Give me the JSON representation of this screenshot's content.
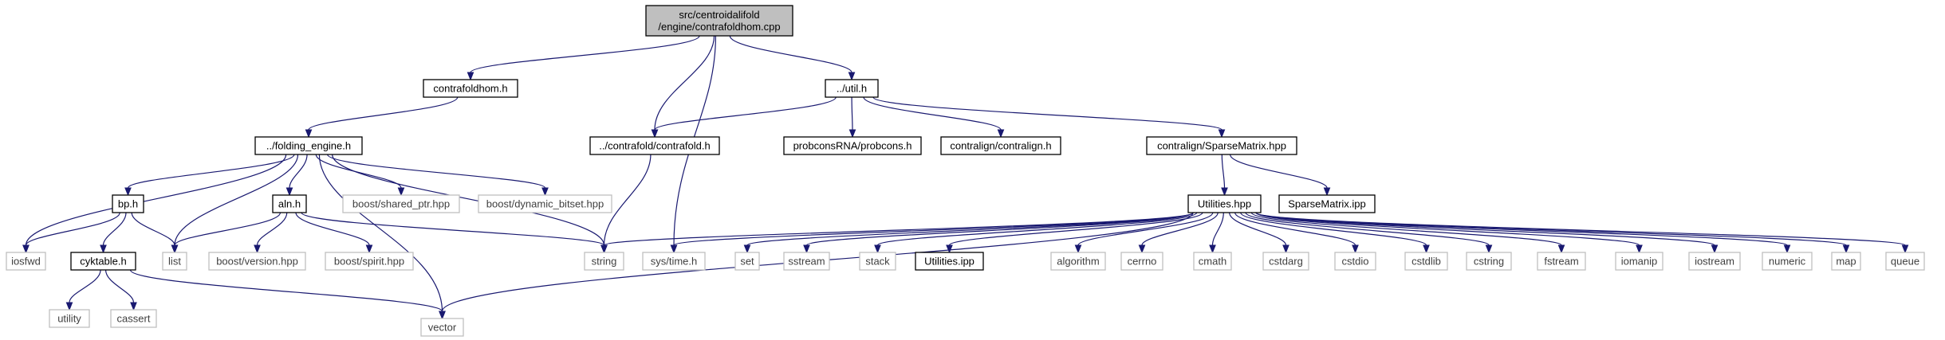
{
  "diagram": {
    "nodes": {
      "root": {
        "lines": [
          "src/centroidalifold",
          "/engine/contrafoldhom.cpp"
        ],
        "kind": "root"
      },
      "contrafoldhom_h": {
        "lines": [
          "contrafoldhom.h"
        ],
        "kind": "local"
      },
      "util_h": {
        "lines": [
          "../util.h"
        ],
        "kind": "local"
      },
      "folding_engine_h": {
        "lines": [
          "../folding_engine.h"
        ],
        "kind": "local"
      },
      "contrafold_h": {
        "lines": [
          "../contrafold/contrafold.h"
        ],
        "kind": "local"
      },
      "probcons_h": {
        "lines": [
          "probconsRNA/probcons.h"
        ],
        "kind": "local"
      },
      "contralign_h": {
        "lines": [
          "contralign/contralign.h"
        ],
        "kind": "local"
      },
      "sparsematrix_hpp": {
        "lines": [
          "contralign/SparseMatrix.hpp"
        ],
        "kind": "local"
      },
      "bp_h": {
        "lines": [
          "bp.h"
        ],
        "kind": "local"
      },
      "aln_h": {
        "lines": [
          "aln.h"
        ],
        "kind": "local"
      },
      "shared_ptr": {
        "lines": [
          "boost/shared_ptr.hpp"
        ],
        "kind": "system"
      },
      "dynamic_bitset": {
        "lines": [
          "boost/dynamic_bitset.hpp"
        ],
        "kind": "system"
      },
      "utilities_hpp": {
        "lines": [
          "Utilities.hpp"
        ],
        "kind": "local"
      },
      "sparsematrix_ipp": {
        "lines": [
          "SparseMatrix.ipp"
        ],
        "kind": "local"
      },
      "iosfwd": {
        "lines": [
          "iosfwd"
        ],
        "kind": "system"
      },
      "list": {
        "lines": [
          "list"
        ],
        "kind": "system"
      },
      "cyktable_h": {
        "lines": [
          "cyktable.h"
        ],
        "kind": "local"
      },
      "boost_version": {
        "lines": [
          "boost/version.hpp"
        ],
        "kind": "system"
      },
      "boost_spirit": {
        "lines": [
          "boost/spirit.hpp"
        ],
        "kind": "system"
      },
      "string": {
        "lines": [
          "string"
        ],
        "kind": "system"
      },
      "sys_time": {
        "lines": [
          "sys/time.h"
        ],
        "kind": "system"
      },
      "set": {
        "lines": [
          "set"
        ],
        "kind": "system"
      },
      "sstream": {
        "lines": [
          "sstream"
        ],
        "kind": "system"
      },
      "stack": {
        "lines": [
          "stack"
        ],
        "kind": "system"
      },
      "utilities_ipp": {
        "lines": [
          "Utilities.ipp"
        ],
        "kind": "local"
      },
      "algorithm": {
        "lines": [
          "algorithm"
        ],
        "kind": "system"
      },
      "cerrno": {
        "lines": [
          "cerrno"
        ],
        "kind": "system"
      },
      "cmath": {
        "lines": [
          "cmath"
        ],
        "kind": "system"
      },
      "cstdarg": {
        "lines": [
          "cstdarg"
        ],
        "kind": "system"
      },
      "cstdio": {
        "lines": [
          "cstdio"
        ],
        "kind": "system"
      },
      "cstdlib": {
        "lines": [
          "cstdlib"
        ],
        "kind": "system"
      },
      "cstring": {
        "lines": [
          "cstring"
        ],
        "kind": "system"
      },
      "fstream": {
        "lines": [
          "fstream"
        ],
        "kind": "system"
      },
      "iomanip": {
        "lines": [
          "iomanip"
        ],
        "kind": "system"
      },
      "iostream": {
        "lines": [
          "iostream"
        ],
        "kind": "system"
      },
      "numeric": {
        "lines": [
          "numeric"
        ],
        "kind": "system"
      },
      "map": {
        "lines": [
          "map"
        ],
        "kind": "system"
      },
      "queue": {
        "lines": [
          "queue"
        ],
        "kind": "system"
      },
      "utility": {
        "lines": [
          "utility"
        ],
        "kind": "system"
      },
      "cassert": {
        "lines": [
          "cassert"
        ],
        "kind": "system"
      },
      "vector": {
        "lines": [
          "vector"
        ],
        "kind": "system"
      }
    },
    "edges": [
      [
        "root",
        "contrafoldhom_h"
      ],
      [
        "root",
        "contrafold_h"
      ],
      [
        "root",
        "sys_time"
      ],
      [
        "root",
        "util_h"
      ],
      [
        "contrafoldhom_h",
        "folding_engine_h"
      ],
      [
        "util_h",
        "contrafold_h"
      ],
      [
        "util_h",
        "probcons_h"
      ],
      [
        "util_h",
        "contralign_h"
      ],
      [
        "util_h",
        "sparsematrix_hpp"
      ],
      [
        "folding_engine_h",
        "iosfwd"
      ],
      [
        "folding_engine_h",
        "bp_h"
      ],
      [
        "folding_engine_h",
        "list"
      ],
      [
        "folding_engine_h",
        "aln_h"
      ],
      [
        "folding_engine_h",
        "vector"
      ],
      [
        "folding_engine_h",
        "shared_ptr"
      ],
      [
        "folding_engine_h",
        "dynamic_bitset"
      ],
      [
        "folding_engine_h",
        "string"
      ],
      [
        "contrafold_h",
        "string"
      ],
      [
        "sparsematrix_hpp",
        "utilities_hpp"
      ],
      [
        "sparsematrix_hpp",
        "sparsematrix_ipp"
      ],
      [
        "bp_h",
        "iosfwd"
      ],
      [
        "bp_h",
        "list"
      ],
      [
        "bp_h",
        "cyktable_h"
      ],
      [
        "aln_h",
        "list"
      ],
      [
        "aln_h",
        "boost_version"
      ],
      [
        "aln_h",
        "boost_spirit"
      ],
      [
        "aln_h",
        "string"
      ],
      [
        "cyktable_h",
        "utility"
      ],
      [
        "cyktable_h",
        "cassert"
      ],
      [
        "cyktable_h",
        "vector"
      ],
      [
        "utilities_hpp",
        "string"
      ],
      [
        "utilities_hpp",
        "sys_time"
      ],
      [
        "utilities_hpp",
        "set"
      ],
      [
        "utilities_hpp",
        "sstream"
      ],
      [
        "utilities_hpp",
        "stack"
      ],
      [
        "utilities_hpp",
        "utilities_ipp"
      ],
      [
        "utilities_hpp",
        "vector"
      ],
      [
        "utilities_hpp",
        "algorithm"
      ],
      [
        "utilities_hpp",
        "cerrno"
      ],
      [
        "utilities_hpp",
        "cmath"
      ],
      [
        "utilities_hpp",
        "cstdarg"
      ],
      [
        "utilities_hpp",
        "cstdio"
      ],
      [
        "utilities_hpp",
        "cstdlib"
      ],
      [
        "utilities_hpp",
        "cstring"
      ],
      [
        "utilities_hpp",
        "fstream"
      ],
      [
        "utilities_hpp",
        "iomanip"
      ],
      [
        "utilities_hpp",
        "iostream"
      ],
      [
        "utilities_hpp",
        "numeric"
      ],
      [
        "utilities_hpp",
        "map"
      ],
      [
        "utilities_hpp",
        "queue"
      ]
    ]
  }
}
